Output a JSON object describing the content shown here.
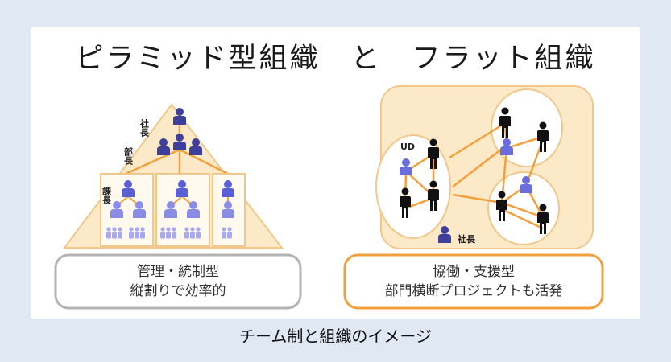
{
  "title": "ピラミッド型組織　と　フラット組織",
  "pyramid": {
    "labels": {
      "president": "社長",
      "director": "部長",
      "manager": "課長"
    },
    "summary_line1": "管理・統制型",
    "summary_line2": "縦割りで効率的"
  },
  "flat": {
    "labels": {
      "ud": "UD",
      "president": "社長"
    },
    "summary_line1": "協働・支援型",
    "summary_line2": "部門横断プロジェクトも活発"
  },
  "caption": "チーム制と組織のイメージ",
  "colors": {
    "background": "#dfe8f3",
    "pyramid_fill": "#fbe9c7",
    "pyramid_stroke": "#f2c88a",
    "person_blue": "#3d3f9a",
    "person_light": "#8a8de6",
    "person_black": "#111111",
    "connector": "#f2a03c",
    "gray_box": "#b3b3b3",
    "orange_box": "#f2a03c"
  }
}
